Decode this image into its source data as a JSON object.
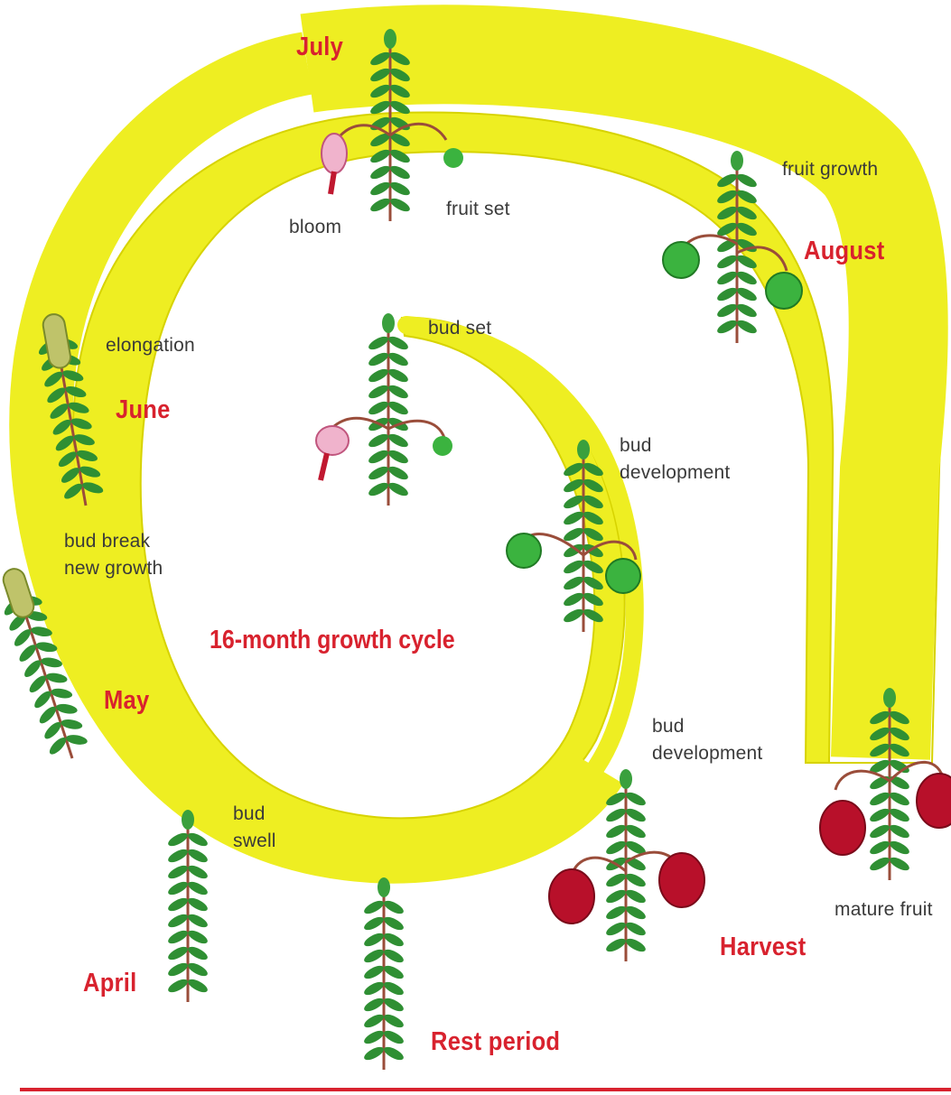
{
  "title": "16-month growth cycle",
  "months": {
    "july": "July",
    "august": "August",
    "june": "June",
    "may": "May",
    "april": "April",
    "rest": "Rest period",
    "harvest": "Harvest"
  },
  "stages": {
    "bloom": "bloom",
    "fruit_set": "fruit set",
    "fruit_growth": "fruit growth",
    "elongation": "elongation",
    "bud_break_1": "bud break",
    "bud_break_2": "new growth",
    "bud_set": "bud set",
    "bud_dev_a_1": "bud",
    "bud_dev_a_2": "development",
    "bud_dev_b_1": "bud",
    "bud_dev_b_2": "development",
    "bud_swell_1": "bud",
    "bud_swell_2": "swell",
    "mature_fruit": "mature fruit"
  },
  "colors": {
    "band": "#eeee22",
    "band_edge": "#d7d300",
    "month_text": "#d8222e",
    "leaf": "#2f8f33",
    "leaf_dark": "#1e6b24",
    "stem": "#9a4d3a",
    "berry_green": "#3bb33f",
    "berry_red": "#b8102a",
    "flower": "#f0b3cc"
  },
  "icons": [
    "cranberry-plant-icon",
    "bloom-flower-icon",
    "green-berry-icon",
    "red-berry-icon"
  ]
}
